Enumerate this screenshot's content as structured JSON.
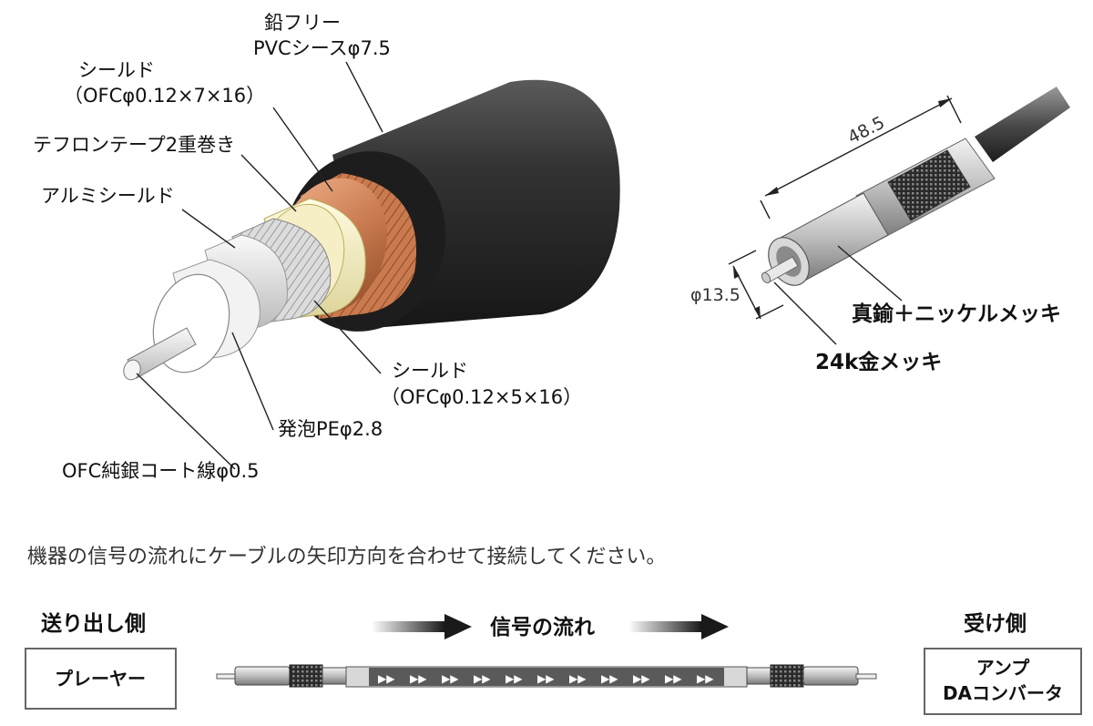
{
  "cable_section": {
    "labels": {
      "sheath_line1": "鉛フリー",
      "sheath_line2": "PVCシースφ7.5",
      "shield_outer_line1": "シールド",
      "shield_outer_line2": "（OFCφ0.12×7×16）",
      "teflon_tape": "テフロンテープ2重巻き",
      "aluminum_shield": "アルミシールド",
      "shield_inner_line1": "シールド",
      "shield_inner_line2": "（OFCφ0.12×5×16）",
      "foam_pe": "発泡PEφ2.8",
      "conductor": "OFC純銀コート線φ0.5"
    }
  },
  "connector": {
    "length_label": "48.5",
    "diameter_label": "φ13.5",
    "body_label": "真鍮＋ニッケルメッキ",
    "pin_label": "24k金メッキ"
  },
  "instruction": "機器の信号の流れにケーブルの矢印方向を合わせて接続してください。",
  "flow": {
    "source_title": "送り出し側",
    "source_device": "プレーヤー",
    "signal_label": "信号の流れ",
    "dest_title": "受け側",
    "dest_device_line1": "アンプ",
    "dest_device_line2": "DAコンバータ",
    "arrow_glyph": "▶▶"
  },
  "colors": {
    "sheath": "#3a3a3a",
    "copper": "#c97a4e",
    "teflon": "#efe9b8",
    "aluminum": "#d9d9d9",
    "foam": "#ffffff"
  }
}
